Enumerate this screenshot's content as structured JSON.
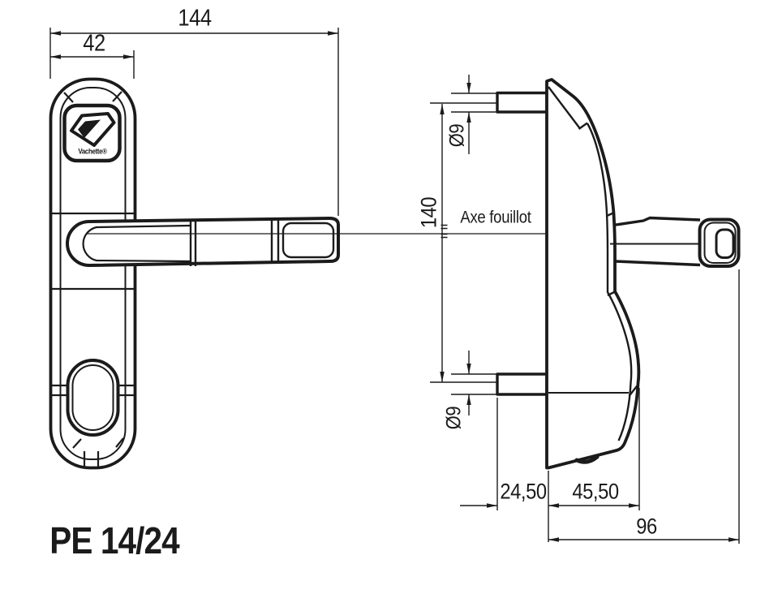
{
  "drawing": {
    "product_code": "PE 14/24",
    "brand_logo_text": "Vachette®",
    "axis_label": "Axe fouillot",
    "dims": {
      "overall_width": "144",
      "plate_width": "42",
      "top_pin_diameter": "Ø9",
      "bottom_pin_diameter": "Ø9",
      "pin_axis_spacing": "140",
      "pin_protrusion": "24,50",
      "cover_projection": "45,50",
      "overall_projection": "96"
    },
    "colors": {
      "line": "#1b1b1b",
      "background": "#ffffff"
    }
  }
}
